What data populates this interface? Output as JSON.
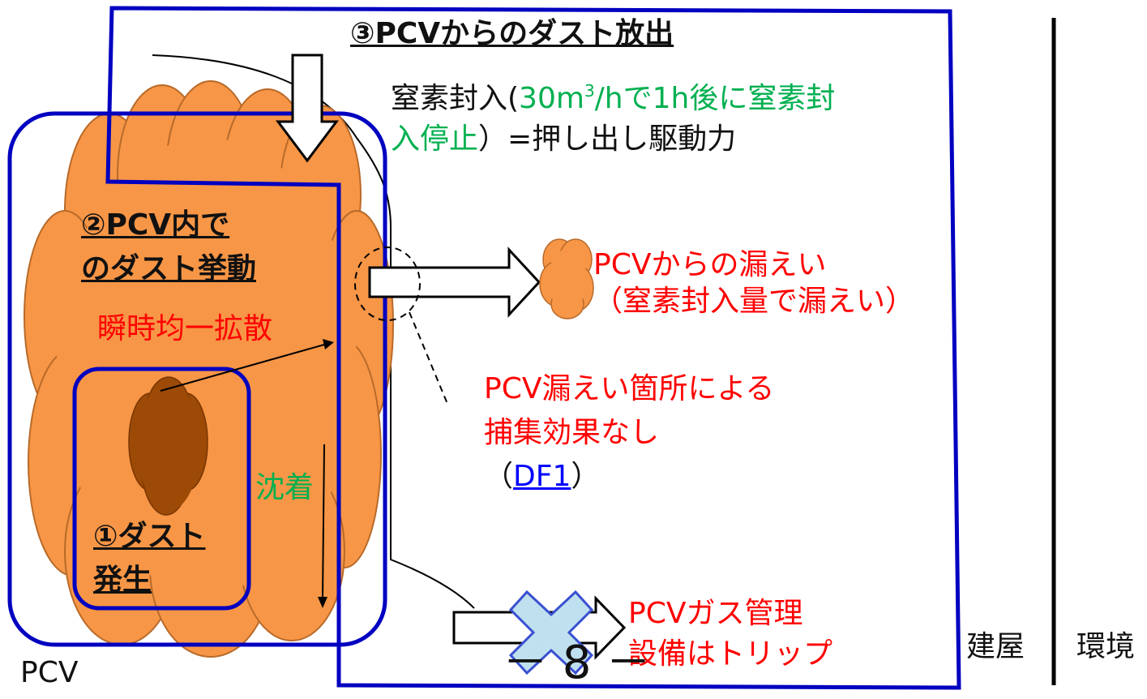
{
  "colors": {
    "cloud_fill": "#f79646",
    "cloud_edge": "#b86a2a",
    "core_fill": "#9c4a06",
    "box_stroke": "#0000c0",
    "red_text": "#ff0000",
    "green_text": "#00b050",
    "cross_fill": "#bfe0ee"
  },
  "stage3": {
    "title": "③PCVからのダスト放出"
  },
  "stage2": {
    "line1": "②PCV内で",
    "line2": "のダスト挙動"
  },
  "stage1": {
    "line1": "①ダスト",
    "line2": "発生"
  },
  "nitrogen": {
    "prefix": "窒素封入(",
    "green_part1": "30m",
    "superscript": "3",
    "green_part2": "/hで1h後に窒素封",
    "green_line2": "入停止",
    "suffix_line2": "）=押し出し駆動力"
  },
  "diffusion": "瞬時均一拡散",
  "deposition": "沈着",
  "leak": {
    "line1": "PCVからの漏えい",
    "line2": "（窒素封入量で漏えい）"
  },
  "capture": {
    "line1": "PCV漏えい箇所による",
    "line2": "捕集効果なし",
    "paren_open": "（",
    "link": "DF1",
    "paren_close": "）"
  },
  "gas": {
    "line1": "PCVガス管理",
    "line2": "設備はトリップ"
  },
  "page_number": "－ 8 －",
  "labels": {
    "pcv": "PCV",
    "building": "建屋",
    "environment": "環境"
  }
}
